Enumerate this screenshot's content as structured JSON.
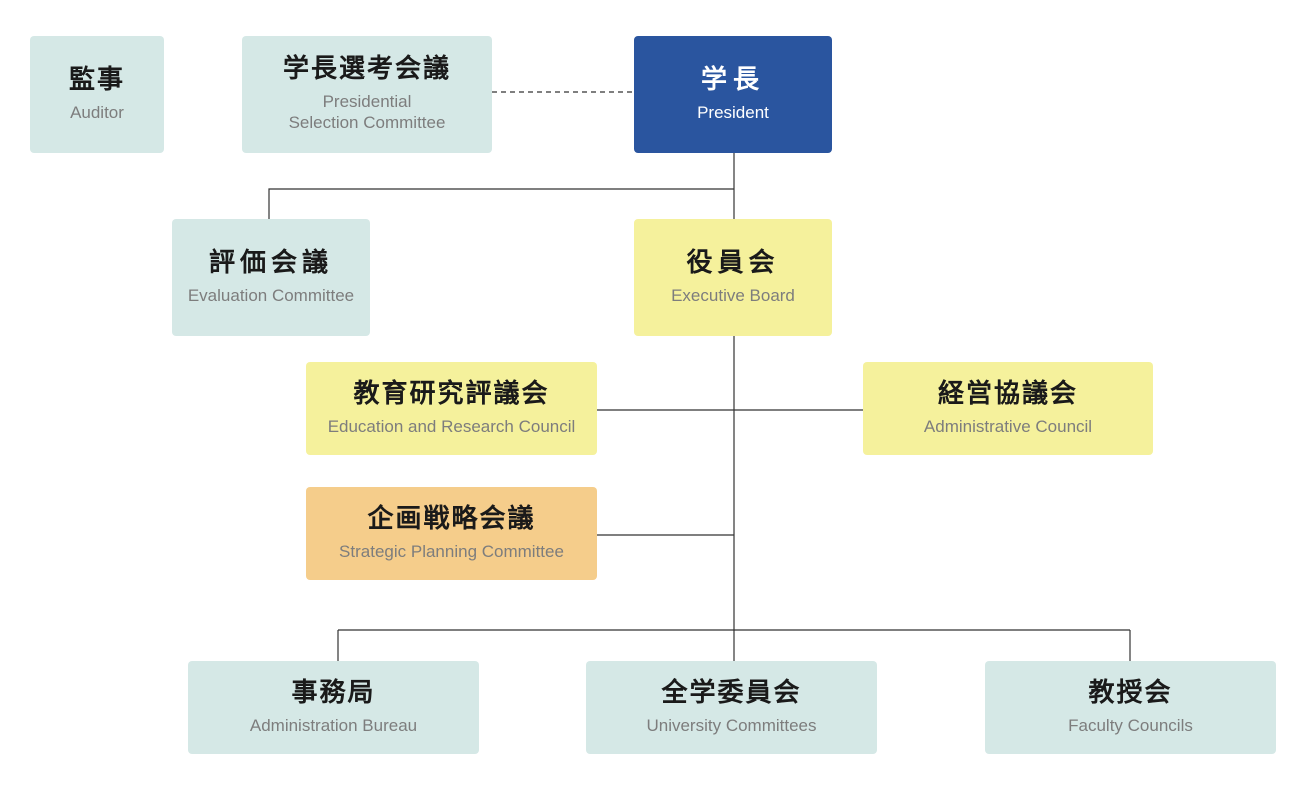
{
  "nodes": {
    "auditor": {
      "ja": "監事",
      "en": "Auditor",
      "color": "#d5e8e6"
    },
    "selection_committee": {
      "ja": "学長選考会議",
      "en": "Presidential\nSelection Committee",
      "color": "#d5e8e6"
    },
    "president": {
      "ja": "学長",
      "en": "President",
      "color": "#2a559f"
    },
    "evaluation_committee": {
      "ja": "評価会議",
      "en": "Evaluation Committee",
      "color": "#d5e8e6"
    },
    "executive_board": {
      "ja": "役員会",
      "en": "Executive Board",
      "color": "#f5f19c"
    },
    "education_research_council": {
      "ja": "教育研究評議会",
      "en": "Education and Research Council",
      "color": "#f5f19c"
    },
    "administrative_council": {
      "ja": "経営協議会",
      "en": "Administrative Council",
      "color": "#f5f19c"
    },
    "strategic_planning_committee": {
      "ja": "企画戦略会議",
      "en": "Strategic Planning Committee",
      "color": "#f5cd8b"
    },
    "administration_bureau": {
      "ja": "事務局",
      "en": "Administration Bureau",
      "color": "#d5e8e6"
    },
    "university_committees": {
      "ja": "全学委員会",
      "en": "University Committees",
      "color": "#d5e8e6"
    },
    "faculty_councils": {
      "ja": "教授会",
      "en": "Faculty Councils",
      "color": "#d5e8e6"
    }
  }
}
